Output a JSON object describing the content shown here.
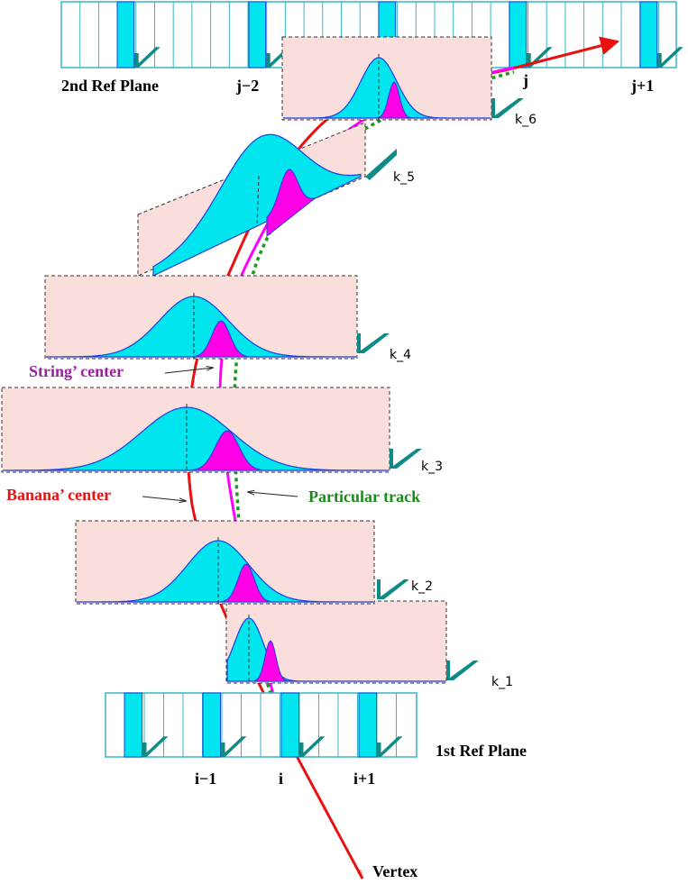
{
  "colors": {
    "cell_fill": "#ffffff",
    "cell_stroke": "#38b6c3",
    "strip_hit": "#00e5ee",
    "teal_flag": "#0e8b86",
    "plane_fill": "#f9dedc",
    "gauss_fill": "#00e5ee",
    "gauss_stroke": "#1a3fe0",
    "peak_fill": "#ff00e6",
    "banana": "#e81010",
    "string": "#ff00ff",
    "track": "#1b9a1b",
    "label_string": "#9b20a0",
    "label_banana": "#e81010",
    "label_track": "#1b8a1b"
  },
  "ref_planes": {
    "second": {
      "label": "2nd Ref Plane",
      "index_labels": [
        "j−2",
        "j",
        "j+1"
      ]
    },
    "first": {
      "label": "1st Ref Plane",
      "index_labels": [
        "i−1",
        "i",
        "i+1"
      ]
    }
  },
  "planes": [
    {
      "label": "k_6"
    },
    {
      "label": "k_5"
    },
    {
      "label": "k_4"
    },
    {
      "label": "k_3"
    },
    {
      "label": "k_2"
    },
    {
      "label": "k_1"
    }
  ],
  "annotations": {
    "string_center": "String’ center",
    "banana_center": "Banana’ center",
    "particular_track": "Particular track",
    "vertex": "Vertex"
  }
}
